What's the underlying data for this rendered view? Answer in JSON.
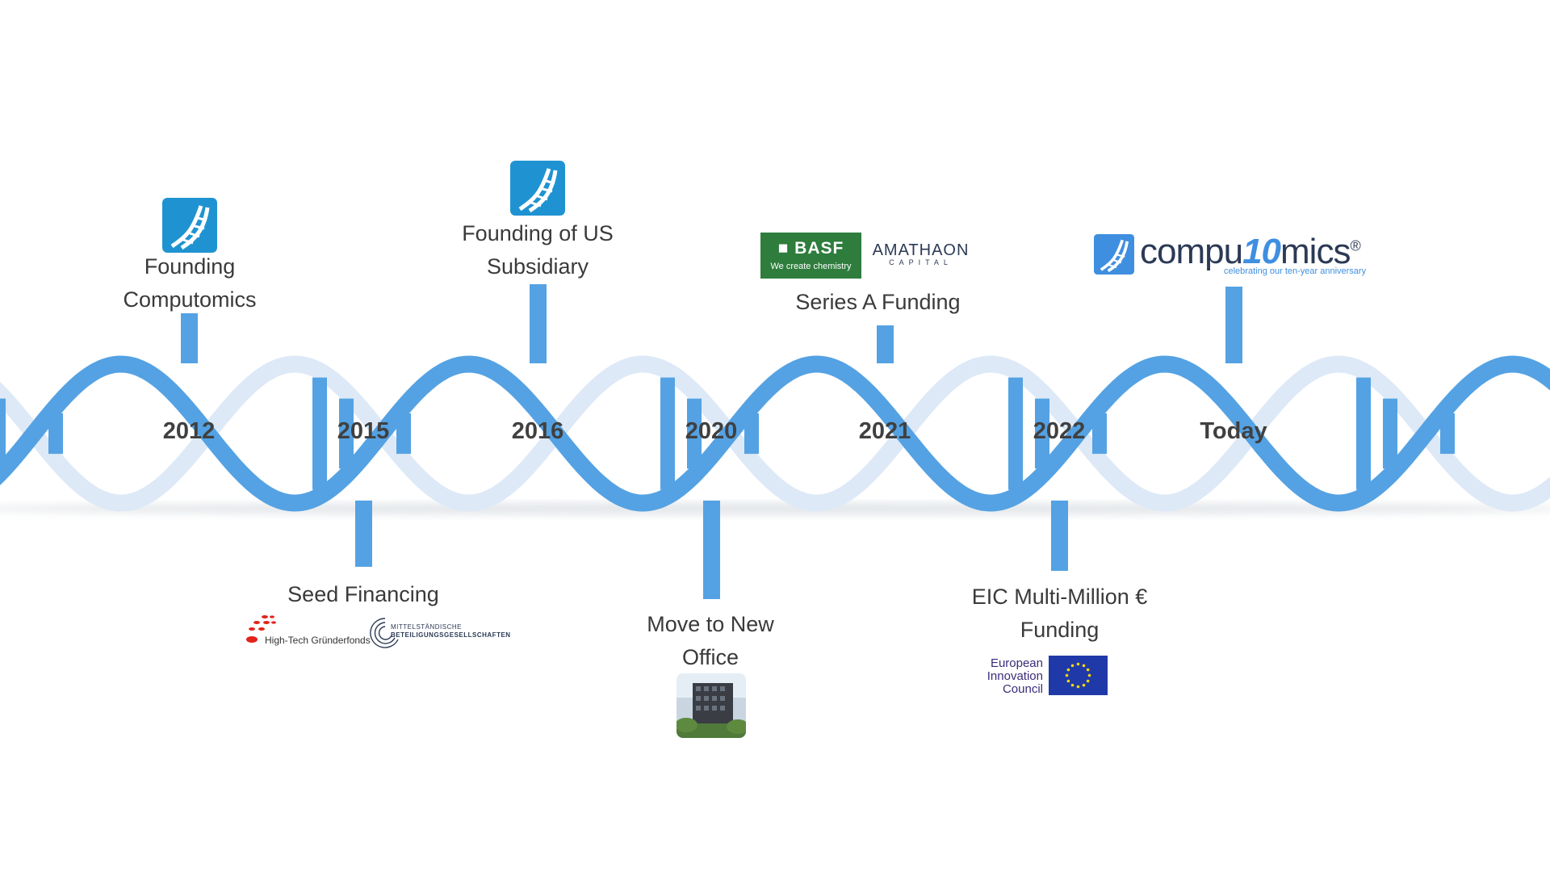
{
  "colors": {
    "strand_dark": "#54a2e3",
    "strand_light": "#dde9f7",
    "text": "#3a3a3a",
    "basf_green": "#2e7d3d",
    "eu_blue": "#1f3aa8",
    "eu_star": "#ffd700",
    "htgf_red": "#e2231a"
  },
  "milestones": [
    {
      "year": "2012",
      "label_lines": [
        "Founding",
        "Computomics"
      ],
      "position": "above",
      "logo": "computomics-dna-icon"
    },
    {
      "year": "2015",
      "label_lines": [
        "Seed Financing"
      ],
      "position": "below",
      "logo": "investor-logos"
    },
    {
      "year": "2016",
      "label_lines": [
        "Founding of US",
        "Subsidiary"
      ],
      "position": "above",
      "logo": "computomics-dna-icon"
    },
    {
      "year": "2020",
      "label_lines": [
        "Move to New",
        "Office"
      ],
      "position": "below",
      "logo": "office-building-photo"
    },
    {
      "year": "2021",
      "label_lines": [
        "Series A Funding"
      ],
      "position": "above",
      "logo": "investor-logos"
    },
    {
      "year": "2022",
      "label_lines": [
        "EIC Multi-Million €",
        "Funding"
      ],
      "position": "below",
      "logo": "eic-logo"
    },
    {
      "year": "Today",
      "label_lines": [],
      "position": "above",
      "logo": "computomics-anniversary-logo"
    }
  ],
  "logos": {
    "basf": {
      "name": "BASF",
      "tagline": "We create chemistry"
    },
    "amathaon": {
      "name": "AMATHAON",
      "sub": "CAPITAL"
    },
    "computomics": {
      "word_pre": "compu",
      "word_mid": "10",
      "word_post": "mics",
      "reg": "®",
      "tagline": "celebrating our ten-year anniversary"
    },
    "htgf": {
      "name": "High-Tech Gründerfonds"
    },
    "mbg": {
      "line1": "Mittelständische",
      "line2": "Beteiligungsgesellschaften"
    },
    "eic": {
      "line1": "European",
      "line2": "Innovation",
      "line3": "Council"
    }
  }
}
